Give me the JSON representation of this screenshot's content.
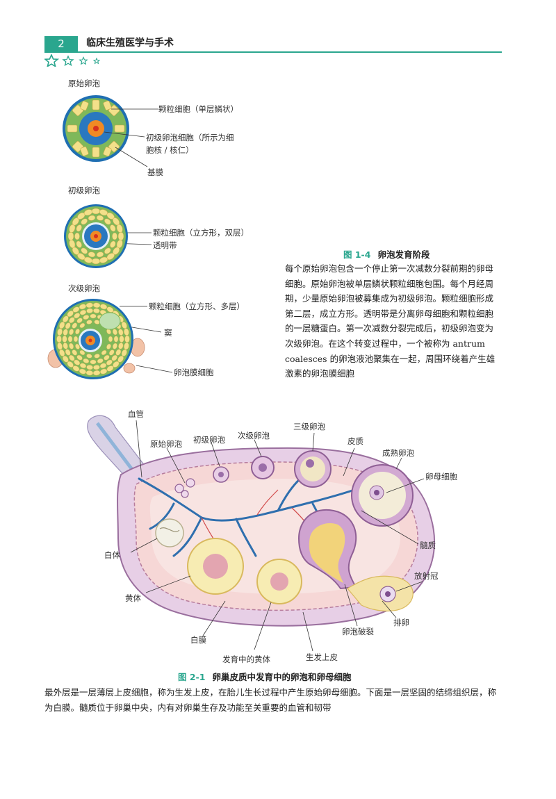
{
  "header": {
    "page_number": "2",
    "book_title": "临床生殖医学与手术"
  },
  "figure_1_4": {
    "stage_primordial": "原始卵泡",
    "label_granulosa_single": "颗粒细胞（单层鳞状）",
    "label_primary_oocyte_line1": "初级卵泡细胞（所示为细",
    "label_primary_oocyte_line2": "胞核 / 核仁）",
    "label_basement": "基膜",
    "stage_primary": "初级卵泡",
    "label_granulosa_double": "颗粒细胞（立方形，双层）",
    "label_zona": "透明带",
    "stage_secondary": "次级卵泡",
    "label_granulosa_multi": "颗粒细胞（立方形、多层）",
    "label_antrum": "窦",
    "label_theca": "卵泡膜细胞",
    "caption_number": "图 1-4",
    "caption_title": "卵泡发育阶段",
    "caption_text": "每个原始卵泡包含一个停止第一次减数分裂前期的卵母细胞。原始卵泡被单层鳞状颗粒细胞包围。每个月经周期，少量原始卵泡被募集成为初级卵泡。颗粒细胞形成第二层，成立方形。透明带是分离卵母细胞和颗粒细胞的一层糖蛋白。第一次减数分裂完成后，初级卵泡变为次级卵泡。在这个转变过程中，一个被称为 antrum coalesces 的卵泡液池聚集在一起，周围环绕着产生雄激素的卵泡膜细胞"
  },
  "figure_2_1": {
    "labels": {
      "blood_vessel": "血管",
      "primordial": "原始卵泡",
      "primary": "初级卵泡",
      "secondary": "次级卵泡",
      "tertiary": "三级卵泡",
      "cortex": "皮质",
      "mature": "成熟卵泡",
      "oocyte": "卵母细胞",
      "medulla": "髓质",
      "corona": "放射冠",
      "ovulation": "排卵",
      "rupture": "卵泡破裂",
      "germinal_epithelium": "生发上皮",
      "developing_corpus_luteum": "发育中的黄体",
      "tunica_albuginea": "白膜",
      "corpus_luteum": "黄体",
      "corpus_albicans": "白体"
    },
    "caption_number": "图 2-1",
    "caption_title": "卵巢皮质中发育中的卵泡和卵母细胞"
  },
  "body_text": "最外层是一层薄层上皮细胞，称为生发上皮，在胎儿生长过程中产生原始卵母细胞。下面是一层坚固的结缔组织层，称为白膜。髓质位于卵巢中央，内有对卵巢生存及功能至关重要的血管和韧带",
  "colors": {
    "accent": "#2aa68e",
    "vessel_blue": "#2f6fae",
    "follicle_green": "#6aa84f",
    "ovary_pink": "#f1c9cf"
  }
}
